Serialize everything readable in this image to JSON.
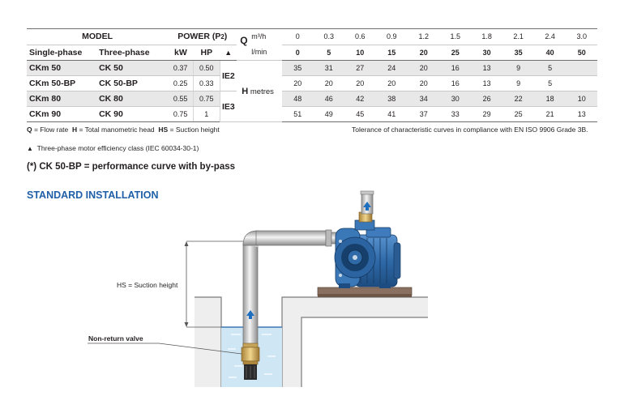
{
  "table": {
    "model_header": "MODEL",
    "power_header": "POWER (P2)",
    "q_symbol": "Q",
    "flow_unit_1": "m³/h",
    "flow_unit_2": "l/min",
    "single_phase_header": "Single-phase",
    "three_phase_header": "Three-phase",
    "kw_header": "kW",
    "hp_header": "HP",
    "efficiency_symbol": "▲",
    "h_symbol": "H",
    "h_unit": "metres",
    "flow_m3h": [
      "0",
      "0.3",
      "0.6",
      "0.9",
      "1.2",
      "1.5",
      "1.8",
      "2.1",
      "2.4",
      "3.0"
    ],
    "flow_lmin": [
      "0",
      "5",
      "10",
      "15",
      "20",
      "25",
      "30",
      "35",
      "40",
      "50"
    ],
    "rows": [
      {
        "single": "CKm 50",
        "three": "CK 50",
        "kw": "0.37",
        "hp": "0.50",
        "heads": [
          "35",
          "31",
          "27",
          "24",
          "20",
          "16",
          "13",
          "9",
          "5",
          ""
        ]
      },
      {
        "single": "CKm 50-BP",
        "three": "CK 50-BP",
        "kw": "0.25",
        "hp": "0.33",
        "heads": [
          "20",
          "20",
          "20",
          "20",
          "20",
          "16",
          "13",
          "9",
          "5",
          ""
        ]
      },
      {
        "single": "CKm 80",
        "three": "CK 80",
        "kw": "0.55",
        "hp": "0.75",
        "heads": [
          "48",
          "46",
          "42",
          "38",
          "34",
          "30",
          "26",
          "22",
          "18",
          "10"
        ]
      },
      {
        "single": "CKm 90",
        "three": "CK 90",
        "kw": "0.75",
        "hp": "1",
        "heads": [
          "51",
          "49",
          "45",
          "41",
          "37",
          "33",
          "29",
          "25",
          "21",
          "13"
        ]
      }
    ],
    "ie_classes": [
      "IE2",
      "IE3"
    ]
  },
  "notes": {
    "legend_q": "Q",
    "legend_q_text": " = Flow rate  ",
    "legend_h": "H",
    "legend_h_text": " = Total manometric head  ",
    "legend_hs": "HS",
    "legend_hs_text": " = Suction height",
    "tolerance": "Tolerance of characteristic curves in compliance with EN ISO 9906 Grade 3B.",
    "efficiency_symbol": "▲",
    "efficiency_text": "Three-phase motor efficiency class (IEC 60034-30-1)",
    "bypass_note": "(*) CK 50-BP = performance curve with by-pass"
  },
  "section_title": "STANDARD INSTALLATION",
  "diagram": {
    "suction_label": "HS = Suction height",
    "valve_label": "Non-return valve"
  },
  "colors": {
    "accent_blue": "#1f5fa8",
    "table_shade": "#e8e8e8",
    "pump_blue": "#3a78b8",
    "water": "#cfe6f5",
    "ground": "#eeeeee",
    "base_wood": "#8a7060"
  }
}
